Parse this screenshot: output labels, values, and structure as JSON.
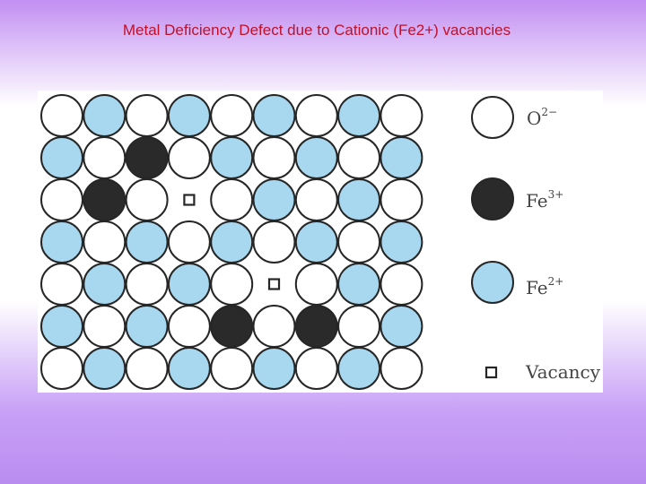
{
  "title": "Metal Deficiency Defect due to Cationic (Fe2+) vacancies",
  "lattice": {
    "rows": [
      [
        "O",
        "F2",
        "O",
        "F2",
        "O",
        "F2",
        "O",
        "F2",
        "O"
      ],
      [
        "F2",
        "O",
        "F3",
        "O",
        "F2",
        "O",
        "F2",
        "O",
        "F2"
      ],
      [
        "O",
        "F3",
        "O",
        "V",
        "O",
        "F2",
        "O",
        "F2",
        "O"
      ],
      [
        "F2",
        "O",
        "F2",
        "O",
        "F2",
        "O",
        "F2",
        "O",
        "F2"
      ],
      [
        "O",
        "F2",
        "O",
        "F2",
        "O",
        "V",
        "O",
        "F2",
        "O"
      ],
      [
        "F2",
        "O",
        "F2",
        "O",
        "F3",
        "O",
        "F3",
        "O",
        "F2"
      ],
      [
        "O",
        "F2",
        "O",
        "F2",
        "O",
        "F2",
        "O",
        "F2",
        "O"
      ]
    ]
  },
  "legend": {
    "o2": {
      "base": "O",
      "charge": "2−"
    },
    "fe3": {
      "base": "Fe",
      "charge": "3+"
    },
    "fe2": {
      "base": "Fe",
      "charge": "2+"
    },
    "vacancy": {
      "label": "Vacancy"
    }
  },
  "colors": {
    "oxide": "#ffffff",
    "fe3": "#2a2a2a",
    "fe2": "#a8d8f0",
    "outline": "#262626"
  }
}
